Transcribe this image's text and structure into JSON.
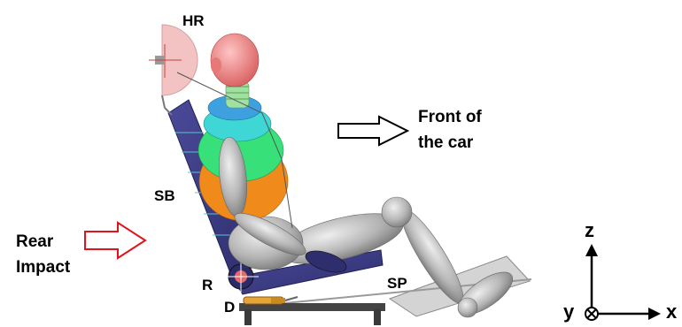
{
  "labels": {
    "hr": "HR",
    "sb": "SB",
    "r": "R",
    "d": "D",
    "sp": "SP",
    "rear_impact_line1": "Rear",
    "rear_impact_line2": "Impact",
    "front_line1": "Front of",
    "front_line2": "the car"
  },
  "axes": {
    "z": "z",
    "y": "y",
    "x": "x"
  },
  "colors": {
    "seat": "#3e3e86",
    "skin_grey": "#b8b8b8",
    "head": "#f08a8a",
    "headrest": "#f2b8b8",
    "torso_cyan": "#3fd6d6",
    "torso_green": "#38e07a",
    "torso_orange": "#f08a1a",
    "rear_arrow": "#e0141c"
  }
}
